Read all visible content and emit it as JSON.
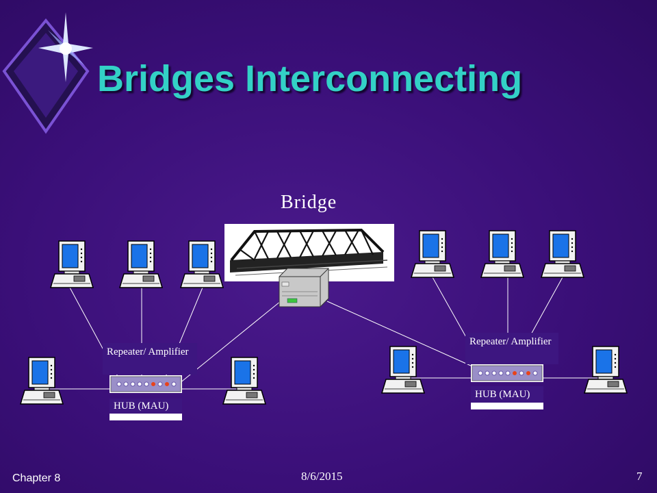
{
  "slide": {
    "title": "Bridges Interconnecting",
    "bridge_label": "Bridge",
    "footer": {
      "chapter": "Chapter 8",
      "date": "8/6/2015",
      "page": "7"
    }
  },
  "left_segment": {
    "repeater_label": "Repeater/ Amplifier",
    "hub_label": "HUB (MAU)"
  },
  "right_segment": {
    "repeater_label": "Repeater/ Amplifier",
    "hub_label": "HUB (MAU)"
  },
  "colors": {
    "background": "#3a0f78",
    "title": "#33d1c6",
    "text": "#ffffff",
    "link": "#ffffff"
  }
}
